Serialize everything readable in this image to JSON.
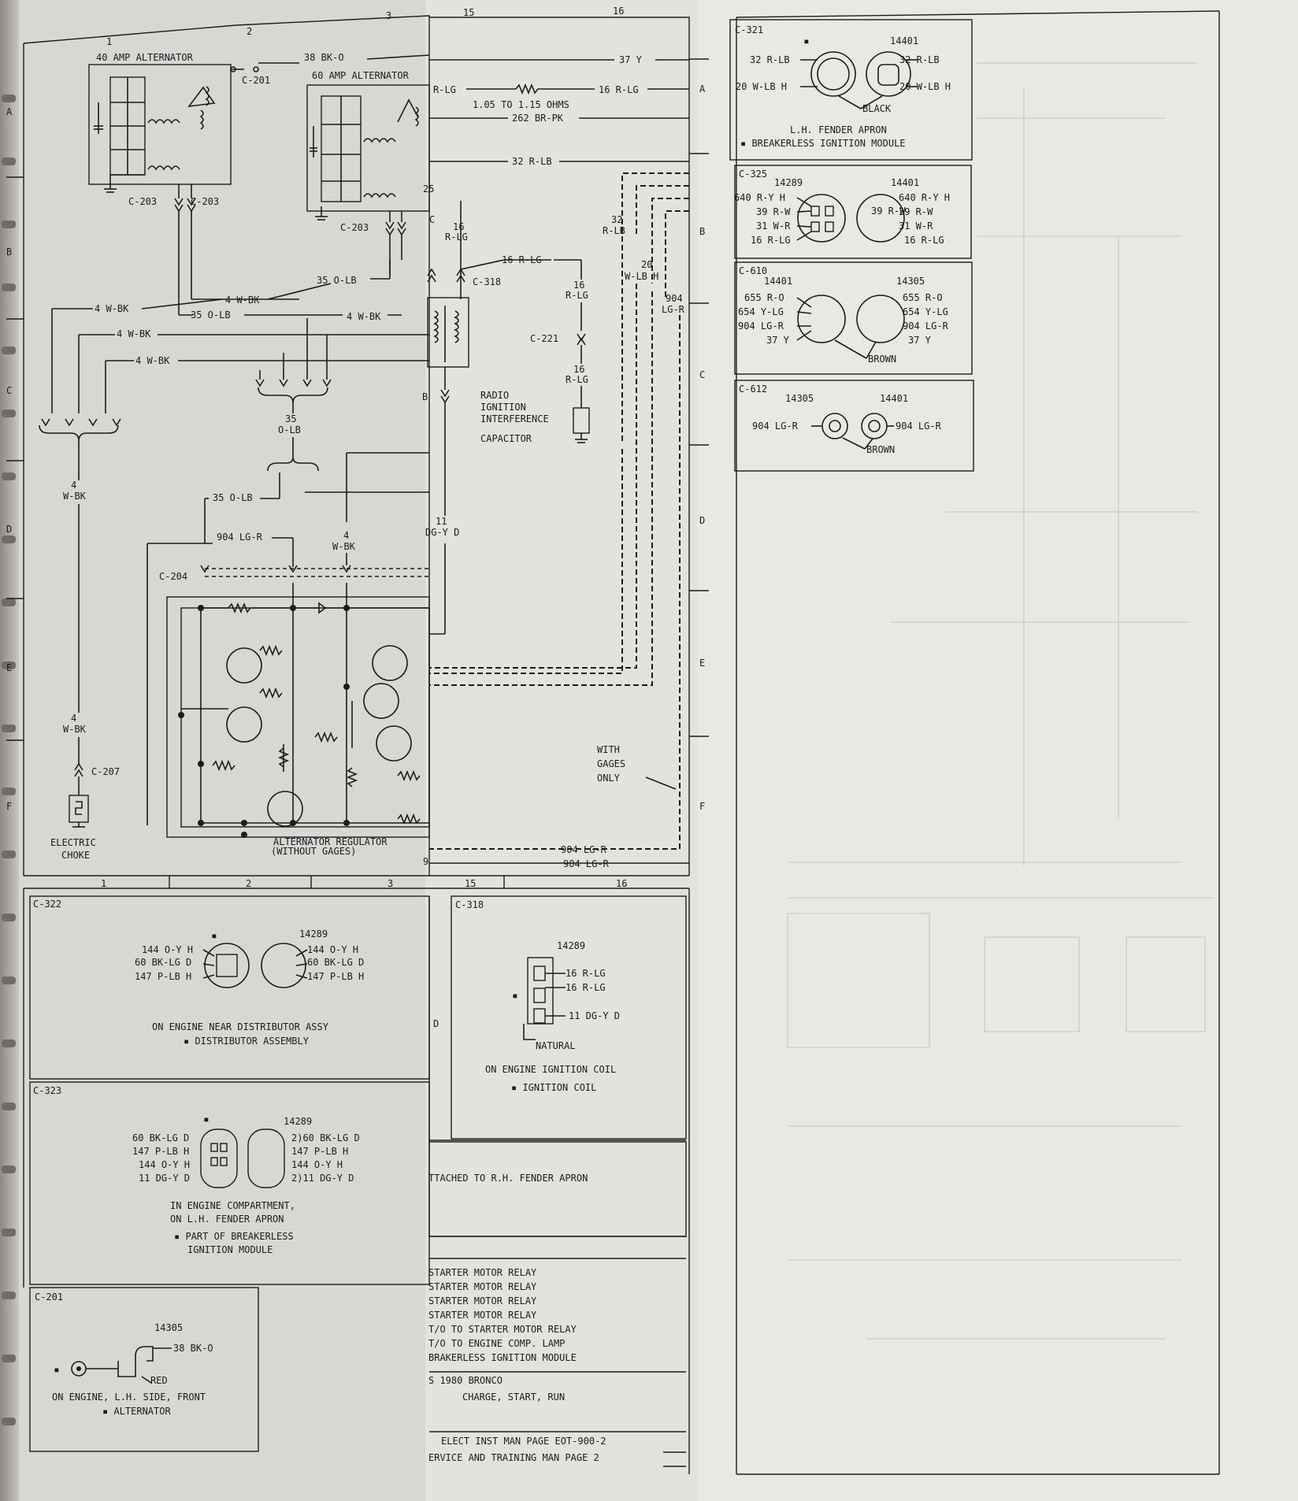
{
  "grid": {
    "columns_top": [
      "1",
      "2",
      "3",
      "15",
      "16"
    ],
    "columns_bottom": [
      "1",
      "2",
      "3",
      "15",
      "16"
    ],
    "rows": [
      "A",
      "B",
      "C",
      "D",
      "E",
      "F"
    ]
  },
  "alternator_40": {
    "label": "40 AMP ALTERNATOR",
    "connector": "C-203"
  },
  "alternator_60": {
    "label": "60 AMP ALTERNATOR",
    "connector": "C-203",
    "terminal": "25"
  },
  "top_wires": {
    "c201": "C-201",
    "w38": "38 BK-O",
    "w37": "37 Y",
    "rlg": "R-LG",
    "resistor_value": "1.05 TO 1.15 OHMS",
    "w16_rlg": "16 R-LG",
    "w262": "262 BR-PK",
    "w32": "32 R-LB",
    "w32_vert": "32",
    "w32_vert2": "R-LB",
    "w20": "20",
    "w20b": "W-LB H",
    "w904": "904",
    "w904b": "LG-R"
  },
  "left_wires": {
    "w35_olb_a": "35 O-LB",
    "w4_wbk_a": "4 W-BK",
    "w35_olb_b": "35 O-LB",
    "w4_wbk_b": "4 W-BK",
    "w4_wbk_c": "4 W-BK",
    "w4_wbk_d": "4 W-BK",
    "w4_wbk_e": "4 W-BK",
    "w16_rlg_a": "16",
    "w16_rlg_a2": "R-LG",
    "c318": "C-318",
    "w16_rlg_b": "16 R-LG",
    "w16_c": "16",
    "w16_c2": "R-LG",
    "c221": "C-221",
    "w16_d": "16",
    "w16_d2": "R-LG",
    "w35_c": "35",
    "w35_c2": "O-LB",
    "w4_vert": "4",
    "w4_vert2": "W-BK",
    "w35_d": "35 O-LB",
    "w904_lgr": "904 LG-R",
    "w4_d": "4",
    "w4_d2": "W-BK",
    "c204": "C-204",
    "w11": "11",
    "w11b": "DG-Y D",
    "w4_e": "4",
    "w4_e2": "W-BK",
    "c207": "C-207",
    "b_label": "B",
    "c_label": "C"
  },
  "radio_capacitor": [
    "RADIO",
    "IGNITION",
    "INTERFERENCE",
    "CAPACITOR"
  ],
  "electric_choke": [
    "ELECTRIC",
    "CHOKE"
  ],
  "regulator": [
    "ALTERNATOR REGULATOR",
    "(WITHOUT GAGES)"
  ],
  "gages": [
    "WITH",
    "GAGES",
    "ONLY"
  ],
  "bottom_wires": {
    "a": "904 LG-R",
    "b": "904 LG-R",
    "nine": "9"
  },
  "connectors": {
    "c321": {
      "id": "C-321",
      "num": "14401",
      "marker": "▪",
      "left": [
        "32 R-LB",
        "20 W-LB H"
      ],
      "right": [
        "32 R-LB",
        "20 W-LB H"
      ],
      "color": "BLACK",
      "loc": "L.H. FENDER APRON",
      "note": "▪ BREAKERLESS IGNITION MODULE"
    },
    "c325": {
      "id": "C-325",
      "num_l": "14289",
      "num_r": "14401",
      "left": [
        "640 R-Y H",
        "39 R-W",
        "31 W-R",
        "16 R-LG"
      ],
      "right": [
        "640 R-Y H",
        "39 R-W",
        "31 W-R",
        "16 R-LG"
      ]
    },
    "c610": {
      "id": "C-610",
      "num_l": "14401",
      "num_r": "14305",
      "left": [
        "655 R-O",
        "654 Y-LG",
        "904 LG-R",
        "37 Y"
      ],
      "right": [
        "655 R-O",
        "654 Y-LG",
        "904 LG-R",
        "37 Y"
      ],
      "color": "BROWN"
    },
    "c612": {
      "id": "C-612",
      "num_l": "14305",
      "num_r": "14401",
      "left": "904 LG-R",
      "right": "904 LG-R",
      "color": "BROWN"
    },
    "c322": {
      "id": "C-322",
      "num": "14289",
      "marker": "▪",
      "left": [
        "144 O-Y H",
        "60 BK-LG D",
        "147 P-LB H"
      ],
      "right": [
        "144 O-Y H",
        "60 BK-LG D",
        "147 P-LB H"
      ],
      "loc": "ON ENGINE NEAR DISTRIBUTOR ASSY",
      "note": "▪ DISTRIBUTOR ASSEMBLY"
    },
    "c323": {
      "id": "C-323",
      "num": "14289",
      "marker": "▪",
      "left": [
        "60 BK-LG D",
        "147 P-LB H",
        "144 O-Y H",
        "11 DG-Y D"
      ],
      "right": [
        "2)60 BK-LG D",
        "147 P-LB H",
        "144 O-Y H",
        "2)11 DG-Y D"
      ],
      "loc1": "IN ENGINE COMPARTMENT,",
      "loc2": "ON L.H. FENDER APRON",
      "note1": "▪ PART OF BREAKERLESS",
      "note2": "IGNITION MODULE"
    },
    "c201": {
      "id": "C-201",
      "num": "14305",
      "marker": "▪",
      "wire": "38 BK-O",
      "color": "RED",
      "loc": "ON ENGINE, L.H. SIDE, FRONT",
      "note": "▪ ALTERNATOR"
    },
    "c318": {
      "id": "C-318",
      "num": "14289",
      "marker": "▪",
      "pins": [
        "16 R-LG",
        "16 R-LG",
        "11 DG-Y D"
      ],
      "color": "NATURAL",
      "loc": "ON ENGINE IGNITION COIL",
      "note": "▪ IGNITION COIL",
      "side_d": "D"
    }
  },
  "notes": {
    "fender": "TTACHED TO R.H. FENDER APRON",
    "relay_list": [
      "STARTER MOTOR RELAY",
      "STARTER MOTOR RELAY",
      "STARTER MOTOR RELAY",
      "STARTER MOTOR RELAY",
      "T/O TO STARTER MOTOR RELAY",
      "T/O TO ENGINE COMP. LAMP",
      "BRAKERLESS IGNITION MODULE"
    ],
    "title1": "S 1980 BRONCO",
    "title2": "CHARGE, START, RUN",
    "manual1": "ELECT INST MAN PAGE EOT-900-2",
    "manual2": "ERVICE AND TRAINING MAN PAGE 2"
  }
}
